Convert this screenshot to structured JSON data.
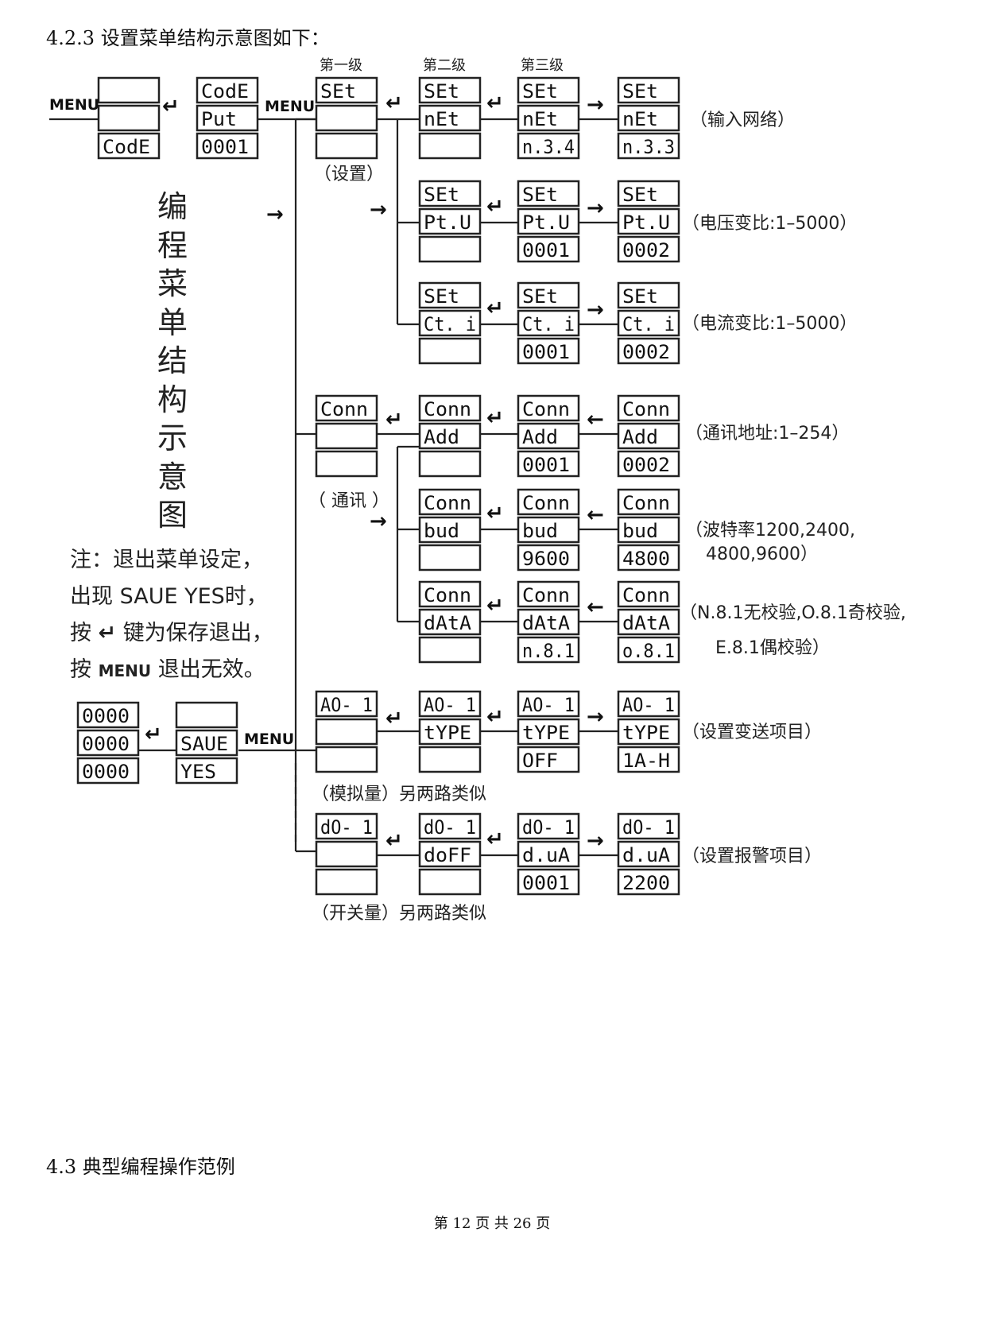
{
  "headings": {
    "section_423": "4.2.3 设置菜单结构示意图如下：",
    "section_43": "4.3 典型编程操作范例"
  },
  "level_labels": {
    "first": "第一级",
    "second": "第二级",
    "third": "第三级"
  },
  "vertical_title": "编程菜单结构示意图",
  "note": {
    "line1": "注：退出菜单设定，",
    "line2": "出现 SAUE YES时，",
    "line3_pre": "按 ",
    "line3_post": " 键为保存退出，",
    "line4_pre": "按 ",
    "line4_menu": "MENU",
    "line4_post": " 退出无效。"
  },
  "enter_symbol": "↵",
  "right_arrow_symbol": "→",
  "left_arrow_symbol": "←",
  "menu_label": "MENU",
  "lcd": {
    "start": [
      "",
      "",
      "CodE"
    ],
    "code": [
      "CodE",
      "Put",
      "0001"
    ],
    "set_main": [
      "SEt",
      "",
      ""
    ],
    "set_net_l2": [
      "SEt",
      "nEt",
      ""
    ],
    "set_net_l3": [
      "SEt",
      "nEt",
      "n.3.4"
    ],
    "set_net_l4": [
      "SEt",
      "nEt",
      "n.3.3"
    ],
    "set_pt_l2": [
      "SEt",
      "Pt.U",
      ""
    ],
    "set_pt_l3": [
      "SEt",
      "Pt.U",
      "0001"
    ],
    "set_pt_l4": [
      "SEt",
      "Pt.U",
      "0002"
    ],
    "set_ct_l2": [
      "SEt",
      "Ct. i",
      ""
    ],
    "set_ct_l3": [
      "SEt",
      "Ct. i",
      "0001"
    ],
    "set_ct_l4": [
      "SEt",
      "Ct. i",
      "0002"
    ],
    "conn_main": [
      "Conn",
      "",
      ""
    ],
    "conn_add_l2": [
      "Conn",
      "Add",
      ""
    ],
    "conn_add_l3": [
      "Conn",
      "Add",
      "0001"
    ],
    "conn_add_l4": [
      "Conn",
      "Add",
      "0002"
    ],
    "conn_bud_l2": [
      "Conn",
      "bud",
      ""
    ],
    "conn_bud_l3": [
      "Conn",
      "bud",
      "9600"
    ],
    "conn_bud_l4": [
      "Conn",
      "bud",
      "4800"
    ],
    "conn_data_l2": [
      "Conn",
      "dAtA",
      ""
    ],
    "conn_data_l3": [
      "Conn",
      "dAtA",
      "n.8.1"
    ],
    "conn_data_l4": [
      "Conn",
      "dAtA",
      "o.8.1"
    ],
    "ao_main": [
      "AO- 1",
      "",
      ""
    ],
    "ao_l2": [
      "AO- 1",
      "tYPE",
      ""
    ],
    "ao_l3": [
      "AO- 1",
      "tYPE",
      "OFF"
    ],
    "ao_l4": [
      "AO- 1",
      "tYPE",
      "1A-H"
    ],
    "do_main": [
      "dO- 1",
      "",
      ""
    ],
    "do_l2": [
      "dO- 1",
      "doFF",
      ""
    ],
    "do_l3": [
      "dO- 1",
      "d.uA",
      "0001"
    ],
    "do_l4": [
      "dO- 1",
      "d.uA",
      "2200"
    ],
    "save_result": [
      "0000",
      "0000",
      "0000"
    ],
    "save": [
      "",
      "SAUE",
      "YES"
    ]
  },
  "labels": {
    "set_caption": "（设置）",
    "conn_caption": "（ 通讯 ）",
    "ao_caption": "（模拟量）另两路类似",
    "do_caption": "（开关量）另两路类似",
    "net": "（输入网络）",
    "pt": "（电压变比:1–5000）",
    "ct": "（电流变比:1–5000）",
    "addr": "（通讯地址:1–254）",
    "baud_1": "（波特率1200,2400,",
    "baud_2": "4800,9600）",
    "parity_1": "（N.8.1无校验,O.8.1奇校验,",
    "parity_2": "E.8.1偶校验）",
    "ao_item": "（设置变送项目）",
    "do_item": "（设置报警项目）"
  },
  "footer": "第 12 页 共 26 页"
}
